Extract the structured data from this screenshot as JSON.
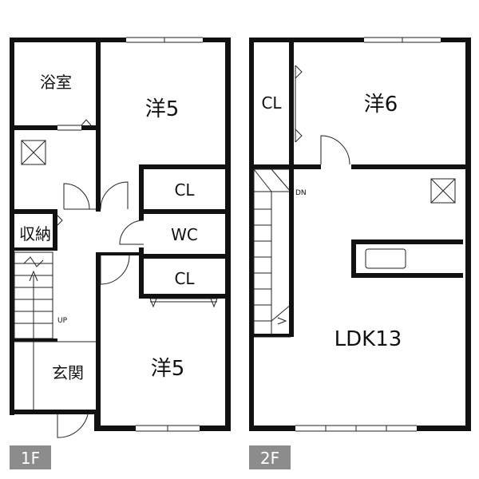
{
  "floors": [
    {
      "badge": "1F",
      "rooms": {
        "bath": "浴室",
        "storage": "収納",
        "entrance": "玄関",
        "western_top": "洋5",
        "closet_top": "CL",
        "toilet": "WC",
        "closet_bottom": "CL",
        "western_bottom": "洋5"
      },
      "stair_label": "UP"
    },
    {
      "badge": "2F",
      "rooms": {
        "closet": "CL",
        "western": "洋6",
        "ldk": "LDK13"
      },
      "stair_label": "DN"
    }
  ],
  "colors": {
    "wall": "#111111",
    "badge_bg": "#8c8c8c",
    "badge_text": "#ffffff"
  }
}
